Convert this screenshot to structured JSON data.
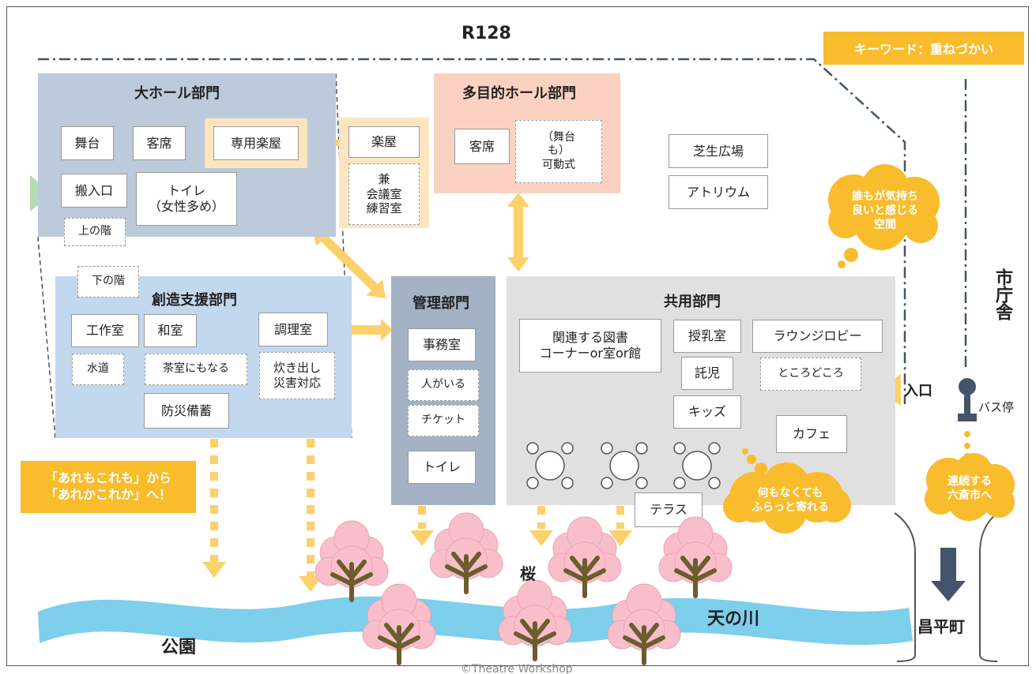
{
  "road": "R128",
  "keyword": "キーワード：重ねづかい",
  "city_hall": "市庁舎",
  "bus_stop": "バス停",
  "entrance": "入口",
  "shoheicho": "昌平町",
  "park": "公園",
  "river": "天の川",
  "sakura": "桜",
  "credit": "©Theatre Workshop",
  "slogan": "「あれもこれも」から\n「あれかこれか」へ！",
  "clouds": {
    "comfort": "誰もが気持ち\n良いと感じる\n空間",
    "drop_in": "何もなくても\nふらっと寄れる",
    "rokusai": "連続する\n六斎市へ"
  },
  "hall_large": {
    "title": "大ホール部門",
    "stage": "舞台",
    "seats": "客席",
    "dressing": "専用楽屋",
    "loading": "搬入口",
    "toilet": "トイレ\n（女性多め）",
    "upper": "上の階"
  },
  "dressing_shared": {
    "title": "楽屋",
    "note": "兼\n会議室\n練習室"
  },
  "hall_multi": {
    "title": "多目的ホール部門",
    "seats": "客席",
    "movable": "（舞台\nも）\n可動式"
  },
  "outdoor": {
    "lawn": "芝生広場",
    "atrium": "アトリウム"
  },
  "creative": {
    "title": "創造支援部門",
    "lower": "下の階",
    "workshop": "工作室",
    "japanese_room": "和室",
    "kitchen": "調理室",
    "water": "水道",
    "tea_room": "茶室にもなる",
    "soup": "炊き出し\n災害対応",
    "disaster": "防災備蓄"
  },
  "management": {
    "title": "管理部門",
    "office": "事務室",
    "staffed": "人がいる",
    "ticket": "チケット",
    "toilet": "トイレ"
  },
  "shared": {
    "title": "共用部門",
    "library": "関連する図書\nコーナーor室or館",
    "nursing": "授乳室",
    "daycare": "託児",
    "kids": "キッズ",
    "lounge": "ラウンジロビー",
    "here_there": "ところどころ",
    "cafe": "カフェ",
    "terrace": "テラス"
  },
  "colors": {
    "large_hall": "#bccadb",
    "creative": "#c2d8ee",
    "management": "#a3b2c5",
    "shared": "#e0e0e0",
    "multi_hall": "#fbd2c1",
    "dressing": "#fde6bf",
    "accent": "#f8bc2c",
    "arrow": "#fcd06a",
    "river": "#7dcfeb",
    "sakura": "#f8bfcb",
    "trunk": "#6b5d2e"
  }
}
